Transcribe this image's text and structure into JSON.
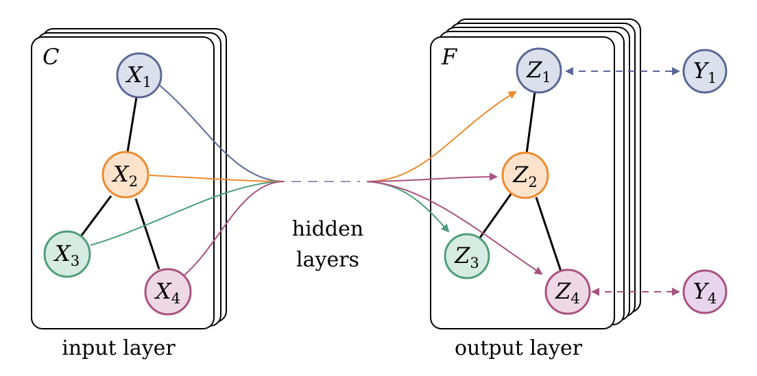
{
  "input_block": {
    "label": "C",
    "caption": "input layer",
    "nodes": [
      {
        "id": "x1",
        "base": "X",
        "sub": "1",
        "color": "#5a6796",
        "fill": "#dcdfec"
      },
      {
        "id": "x2",
        "base": "X",
        "sub": "2",
        "color": "#ef8a2e",
        "fill": "#fde3cc"
      },
      {
        "id": "x3",
        "base": "X",
        "sub": "3",
        "color": "#4f9d7b",
        "fill": "#d6ebe1"
      },
      {
        "id": "x4",
        "base": "X",
        "sub": "4",
        "color": "#a8527f",
        "fill": "#eed8e4"
      }
    ]
  },
  "hidden": {
    "line1": "hidden",
    "line2": "layers"
  },
  "output_block": {
    "label": "F",
    "caption": "output layer",
    "nodes": [
      {
        "id": "z1",
        "base": "Z",
        "sub": "1",
        "color": "#5a6796",
        "fill": "#dcdfec"
      },
      {
        "id": "z2",
        "base": "Z",
        "sub": "2",
        "color": "#ef8a2e",
        "fill": "#fde3cc"
      },
      {
        "id": "z3",
        "base": "Z",
        "sub": "3",
        "color": "#4f9d7b",
        "fill": "#d6ebe1"
      },
      {
        "id": "z4",
        "base": "Z",
        "sub": "4",
        "color": "#a8527f",
        "fill": "#eed8e4"
      }
    ]
  },
  "targets": [
    {
      "id": "y1",
      "base": "Y",
      "sub": "1",
      "color": "#5a6796",
      "fill": "#dcdfec"
    },
    {
      "id": "y4",
      "base": "Y",
      "sub": "4",
      "color": "#a8527f",
      "fill": "#e9d4ee"
    }
  ],
  "colors": {
    "blue": "#5a6796",
    "orange": "#ef8a2e",
    "green": "#4f9d7b",
    "magenta": "#a8527f",
    "dash": "#8d96b6"
  }
}
